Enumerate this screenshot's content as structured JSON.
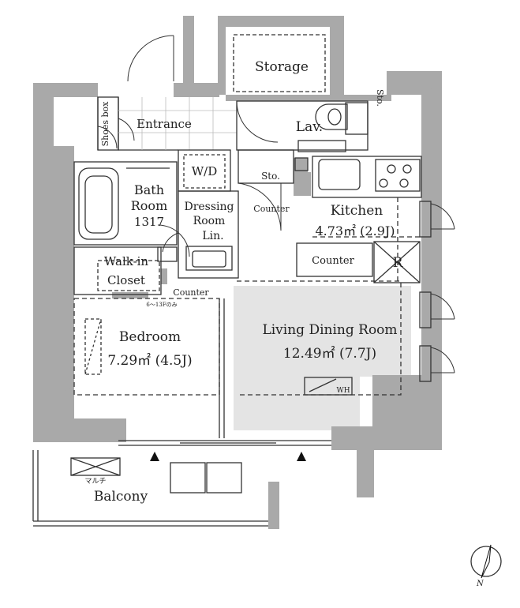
{
  "rooms": {
    "storage": "Storage",
    "lav": "Lav.",
    "sto_lav": "Sto.",
    "shoes_box": "Shoes box",
    "entrance": "Entrance",
    "wd": "W/D",
    "sto_center": "Sto.",
    "bath_line1": "Bath",
    "bath_line2": "Room",
    "bath_line3": "1317",
    "dressing_line1": "Dressing",
    "dressing_line2": "Room",
    "lin": "Lin.",
    "counter_dressing": "Counter",
    "kitchen": "Kitchen",
    "kitchen_area": "4.73㎡ (2.9J)",
    "counter_kitchen": "Counter",
    "fridge": "R",
    "walkin_line1": "Walk-in",
    "walkin_line2": "Closet",
    "counter_closet": "Counter",
    "floor_note": "6～13Fのみ",
    "bedroom": "Bedroom",
    "bedroom_area": "7.29㎡ (4.5J)",
    "ldr": "Living Dining Room",
    "ldr_area": "12.49㎡ (7.7J)",
    "wh": "WH",
    "marche": "マルチ",
    "balcony": "Balcony",
    "north": "N"
  },
  "colors": {
    "wall": "#a9a9a9",
    "shade": "#e4e4e4",
    "line": "#333333"
  }
}
